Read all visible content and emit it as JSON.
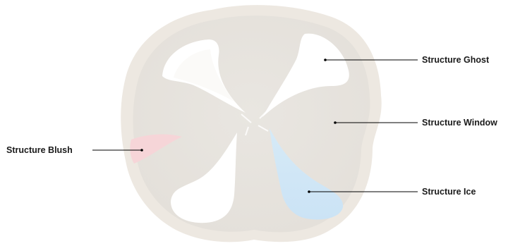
{
  "labels": {
    "ghost": "Structure Ghost",
    "window": "Structure Window",
    "blush": "Structure Blush",
    "ice": "Structure Ice"
  },
  "colors": {
    "tooth_rim": "#ece6de",
    "tooth_face": "#e8e4df",
    "ghost_highlight": "#ffffff",
    "blush": "#f6d3d6",
    "ice": "#cfe6f6",
    "leader_line": "#000000"
  }
}
